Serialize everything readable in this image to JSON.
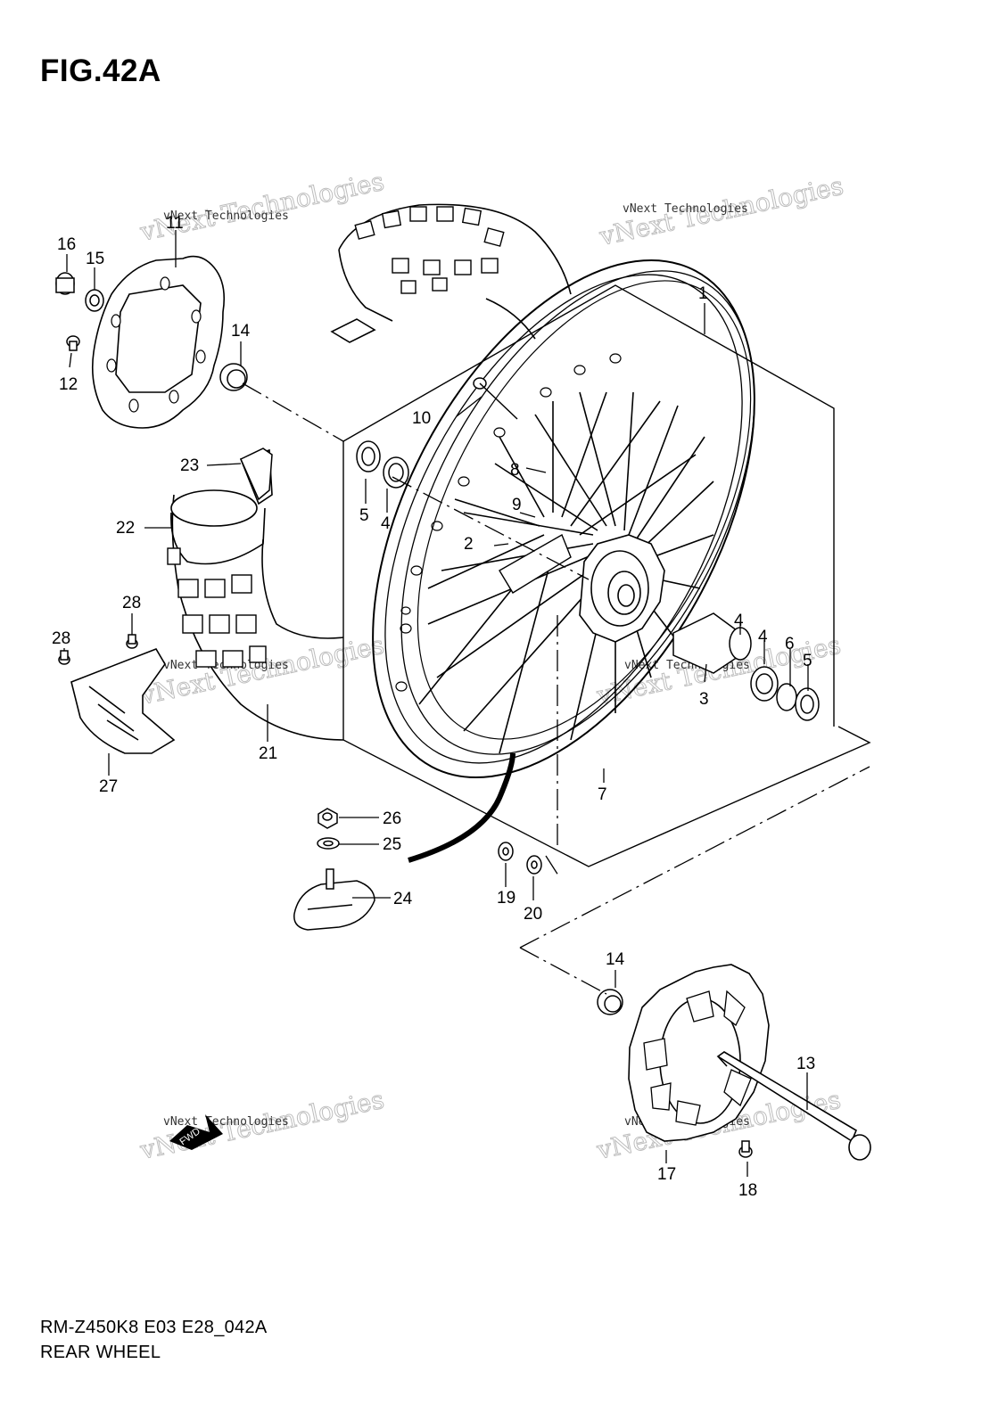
{
  "figure": {
    "title": "FIG.42A"
  },
  "footer": {
    "code": "RM-Z450K8 E03 E28_042A",
    "name": "REAR WHEEL"
  },
  "watermark": {
    "main": "vNext Technologies",
    "sub": "vNext Technologies"
  },
  "callouts": [
    {
      "id": "c1",
      "number": "1"
    },
    {
      "id": "c2",
      "number": "2"
    },
    {
      "id": "c3",
      "number": "3"
    },
    {
      "id": "c4a",
      "number": "4"
    },
    {
      "id": "c4b",
      "number": "4"
    },
    {
      "id": "c4c",
      "number": "4"
    },
    {
      "id": "c5a",
      "number": "5"
    },
    {
      "id": "c5b",
      "number": "5"
    },
    {
      "id": "c6",
      "number": "6"
    },
    {
      "id": "c7",
      "number": "7"
    },
    {
      "id": "c8",
      "number": "8"
    },
    {
      "id": "c9",
      "number": "9"
    },
    {
      "id": "c10",
      "number": "10"
    },
    {
      "id": "c11",
      "number": "11"
    },
    {
      "id": "c12",
      "number": "12"
    },
    {
      "id": "c13",
      "number": "13"
    },
    {
      "id": "c14a",
      "number": "14"
    },
    {
      "id": "c14b",
      "number": "14"
    },
    {
      "id": "c15",
      "number": "15"
    },
    {
      "id": "c16",
      "number": "16"
    },
    {
      "id": "c17",
      "number": "17"
    },
    {
      "id": "c18",
      "number": "18"
    },
    {
      "id": "c19",
      "number": "19"
    },
    {
      "id": "c20",
      "number": "20"
    },
    {
      "id": "c21",
      "number": "21"
    },
    {
      "id": "c22",
      "number": "22"
    },
    {
      "id": "c23",
      "number": "23"
    },
    {
      "id": "c24",
      "number": "24"
    },
    {
      "id": "c25",
      "number": "25"
    },
    {
      "id": "c26",
      "number": "26"
    },
    {
      "id": "c27",
      "number": "27"
    },
    {
      "id": "c28a",
      "number": "28"
    },
    {
      "id": "c28b",
      "number": "28"
    }
  ],
  "colors": {
    "line": "#000000",
    "watermark": "#bdbdbd",
    "background": "#ffffff"
  }
}
